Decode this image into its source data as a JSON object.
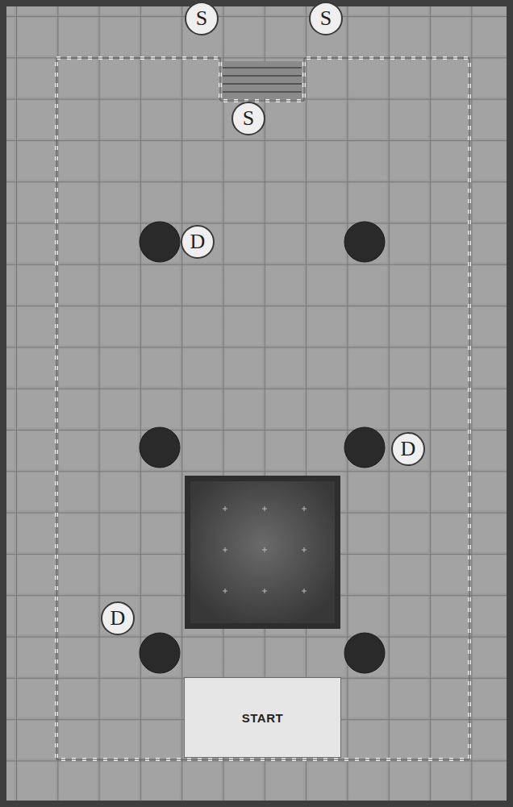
{
  "diagram": {
    "nodes": [
      {
        "text": [
          "S"
        ]
      },
      {
        "text": [
          "S"
        ]
      },
      {
        "text": [
          "S"
        ]
      },
      {
        "text": [
          "D"
        ]
      },
      {
        "text": [
          "D"
        ]
      },
      {
        "text": [
          "D"
        ]
      },
      {
        "text": [
          "START"
        ]
      }
    ]
  }
}
